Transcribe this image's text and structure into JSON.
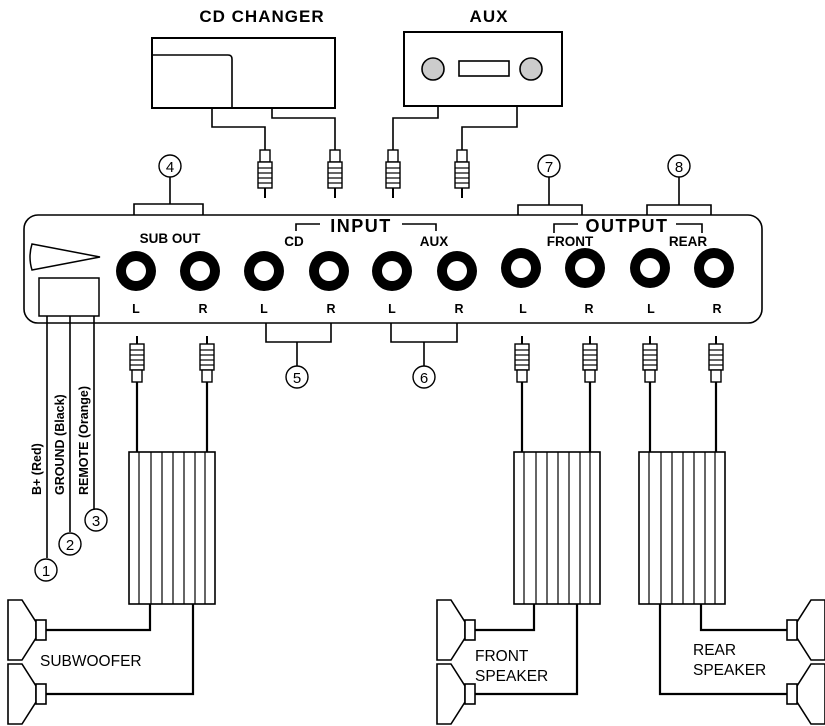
{
  "labels": {
    "cd_changer": "CD CHANGER",
    "aux_top": "AUX",
    "input": "INPUT",
    "output": "OUTPUT",
    "sub_out": "SUB OUT",
    "cd": "CD",
    "aux": "AUX",
    "front": "FRONT",
    "rear": "REAR",
    "subwoofer": "SUBWOOFER",
    "front_speaker_1": "FRONT",
    "front_speaker_2": "SPEAKER",
    "rear_speaker_1": "REAR",
    "rear_speaker_2": "SPEAKER"
  },
  "jacks": [
    "L",
    "R",
    "L",
    "R",
    "L",
    "R",
    "L",
    "R",
    "L",
    "R",
    "L",
    "R"
  ],
  "wires": {
    "b_plus": "B+ (Red)",
    "ground": "GROUND (Black)",
    "remote": "REMOTE (Orange)"
  },
  "callouts": [
    "1",
    "2",
    "3",
    "4",
    "5",
    "6",
    "7",
    "8"
  ]
}
